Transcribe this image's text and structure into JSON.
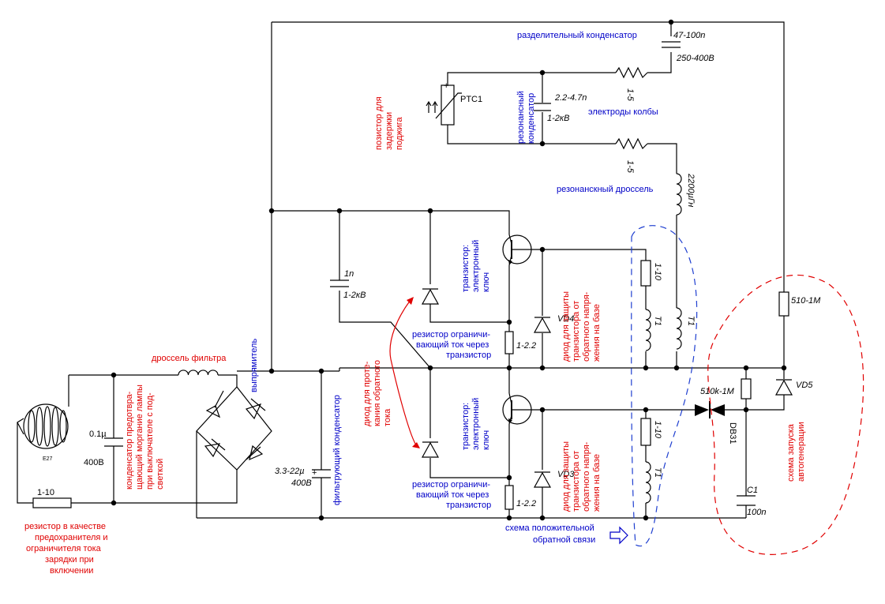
{
  "labels": {
    "separating_cap": "разделительный конденсатор",
    "cap_4700_top": "47-100n",
    "cap_4700_bottom": "250-400B",
    "res_top": "1-5",
    "res_mid": "1-5",
    "electrodes": "электроды колбы",
    "ptc": "PTC1",
    "ptc_desc_1": "позистор для",
    "ptc_desc_2": "задержки",
    "ptc_desc_3": "поджига",
    "resonant_cap_1": "резонансный",
    "resonant_cap_2": "конденсатор",
    "res_cap_val_1": "2.2-4.7n",
    "res_cap_val_2": "1-2кВ",
    "resonant_choke": "резонанскный дроссель",
    "choke_val": "2200µГн",
    "cap_1n_1": "1n",
    "cap_1n_2": "1-2кB",
    "transistor_top_1": "транзистор:",
    "transistor_top_2": "электронный",
    "transistor_top_3": "ключ",
    "transistor_bot_1": "транзистор:",
    "transistor_bot_2": "электронный",
    "transistor_bot_3": "ключ",
    "vd4": "VD4",
    "vd3": "VD3",
    "vd5": "VD5",
    "db31": "DB31",
    "res_110_top": "1-10",
    "res_110_bot": "1-10",
    "t1_a": "T1",
    "t1_b": "T1",
    "t1_c": "T1",
    "res_510": "510-1M",
    "res_510k": "510k-1M",
    "c1": "C1",
    "c1_val": "100n",
    "res_lim_top_1": "резистор ограничи-",
    "res_lim_top_2": "вающий ток через",
    "res_lim_top_3": "транзистор",
    "res_lim_top_val": "1-2.2",
    "res_lim_bot_1": "резистор ограничи-",
    "res_lim_bot_2": "вающий ток через",
    "res_lim_bot_3": "транзистор",
    "res_lim_bot_val": "1-2.2",
    "diode_protect_top_1": "диод для защиты",
    "diode_protect_top_2": "транзистора от",
    "diode_protect_top_3": "обратного напря-",
    "diode_protect_top_4": "жения на базе",
    "diode_protect_bot_1": "диод для защиты",
    "diode_protect_bot_2": "транзистора от",
    "diode_protect_bot_3": "обратного напря-",
    "diode_protect_bot_4": "жения на базе",
    "diode_reverse_1": "диод для проте-",
    "diode_reverse_2": "кания обратного",
    "diode_reverse_3": "тока",
    "autogen_1": "схема запуска",
    "autogen_2": "автогенерации",
    "feedback_1": "схема положительной",
    "feedback_2": "обратной связи",
    "filter_choke": "дроссель фильтра",
    "rectifier": "выпрямитель",
    "filter_cap": "фильтрующий конденсатор",
    "filter_cap_val_1": "3.3-22µ",
    "filter_cap_val_2": "400B",
    "plus": "+",
    "cap_01_val_1": "0.1µ",
    "cap_01_val_2": "400B",
    "cap_anti_1": "конденсатор предотвра-",
    "cap_anti_2": "щающий моргание лампы",
    "cap_anti_3": "при выключателе с под-",
    "cap_anti_4": "светкой",
    "fuse_res": "1-10",
    "fuse_desc_1": "резистор в качестве",
    "fuse_desc_2": "предохранителя и",
    "fuse_desc_3": "ограничителя тока",
    "fuse_desc_4": "зарядки при",
    "fuse_desc_5": "включении",
    "lamp_base": "E27"
  },
  "colors": {
    "annotation_blue": "#0000c8",
    "annotation_red": "#e00000",
    "dash_blue": "#1f3fd0"
  }
}
